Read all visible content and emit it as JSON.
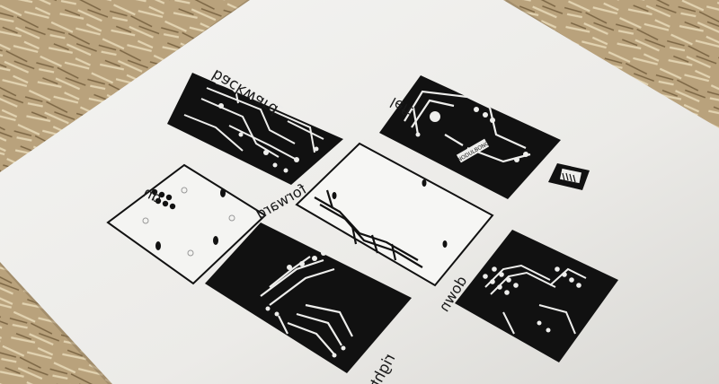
{
  "photo": {
    "description_free": true,
    "colors": {
      "table": "#b9a27c",
      "table_dark": "#8a7452",
      "table_light": "#d8c7a3",
      "paper": "#eeeeec",
      "paper_shadow": "#c9c9c6",
      "ink": "#111111"
    },
    "labels": {
      "backward": "backward",
      "left": "left",
      "up": "up",
      "forward": "forward",
      "down": "down",
      "right": "right",
      "chip_text": "NODULBONC"
    }
  }
}
